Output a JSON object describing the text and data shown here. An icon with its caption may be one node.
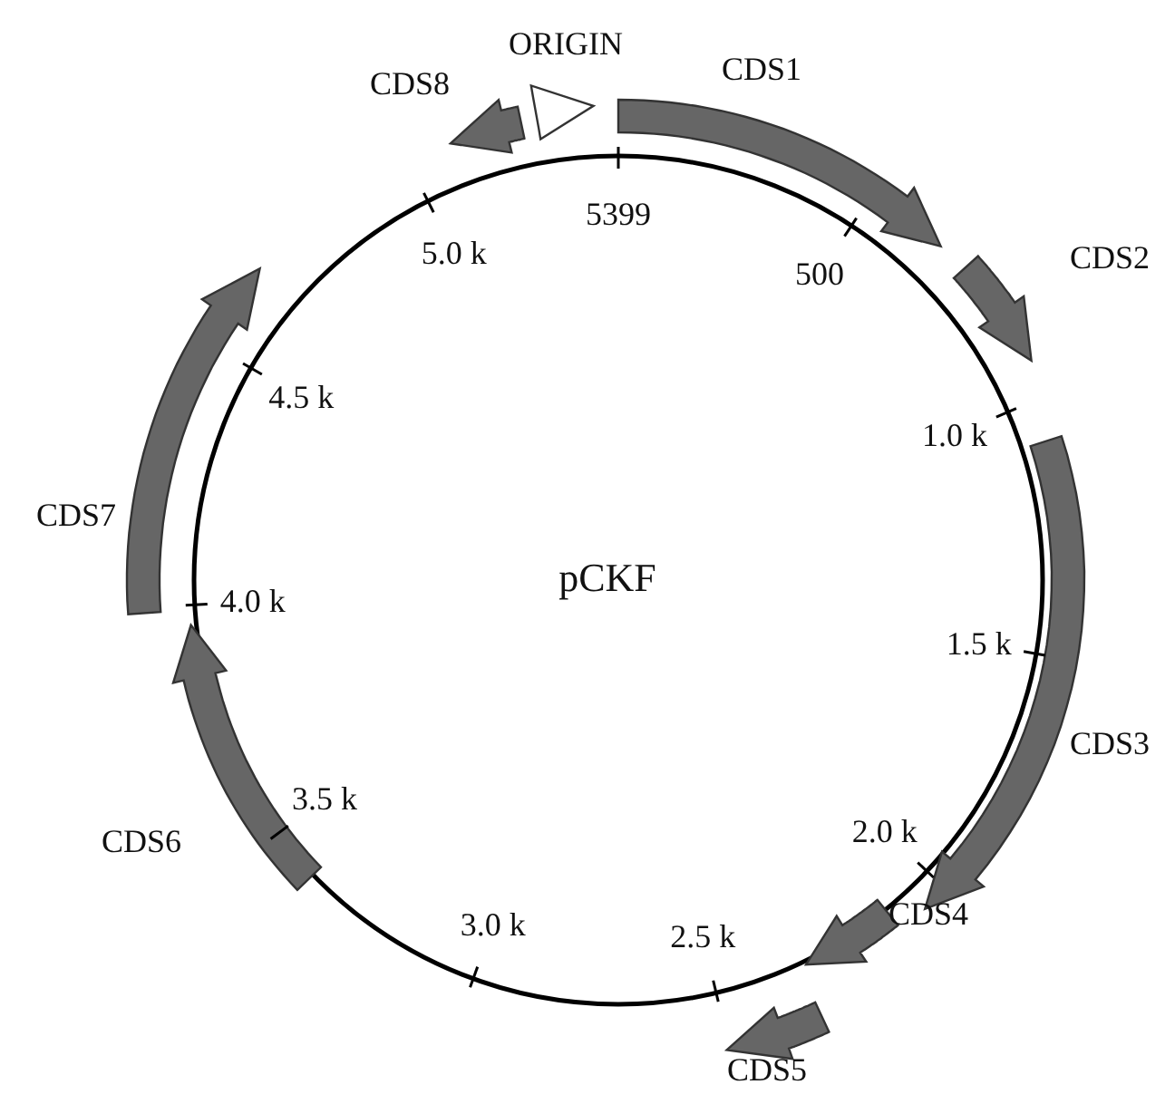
{
  "diagram": {
    "nodes": [
      {
        "text": [
          "ORIGIN"
        ]
      },
      {
        "text": [
          "CDS1"
        ]
      },
      {
        "text": [
          "CDS2"
        ]
      },
      {
        "text": [
          "CDS3"
        ]
      },
      {
        "text": [
          "CDS4"
        ]
      },
      {
        "text": [
          "CDS5"
        ]
      },
      {
        "text": [
          "CDS6"
        ]
      },
      {
        "text": [
          "CDS7"
        ]
      },
      {
        "text": [
          "CDS8"
        ]
      }
    ],
    "labels": [
      "pCKF",
      "5399",
      "500",
      "1.0 k",
      "1.5 k",
      "2.0 k",
      "2.5 k",
      "3.0 k",
      "3.5 k",
      "4.0 k",
      "4.5 k",
      "5.0 k"
    ]
  }
}
